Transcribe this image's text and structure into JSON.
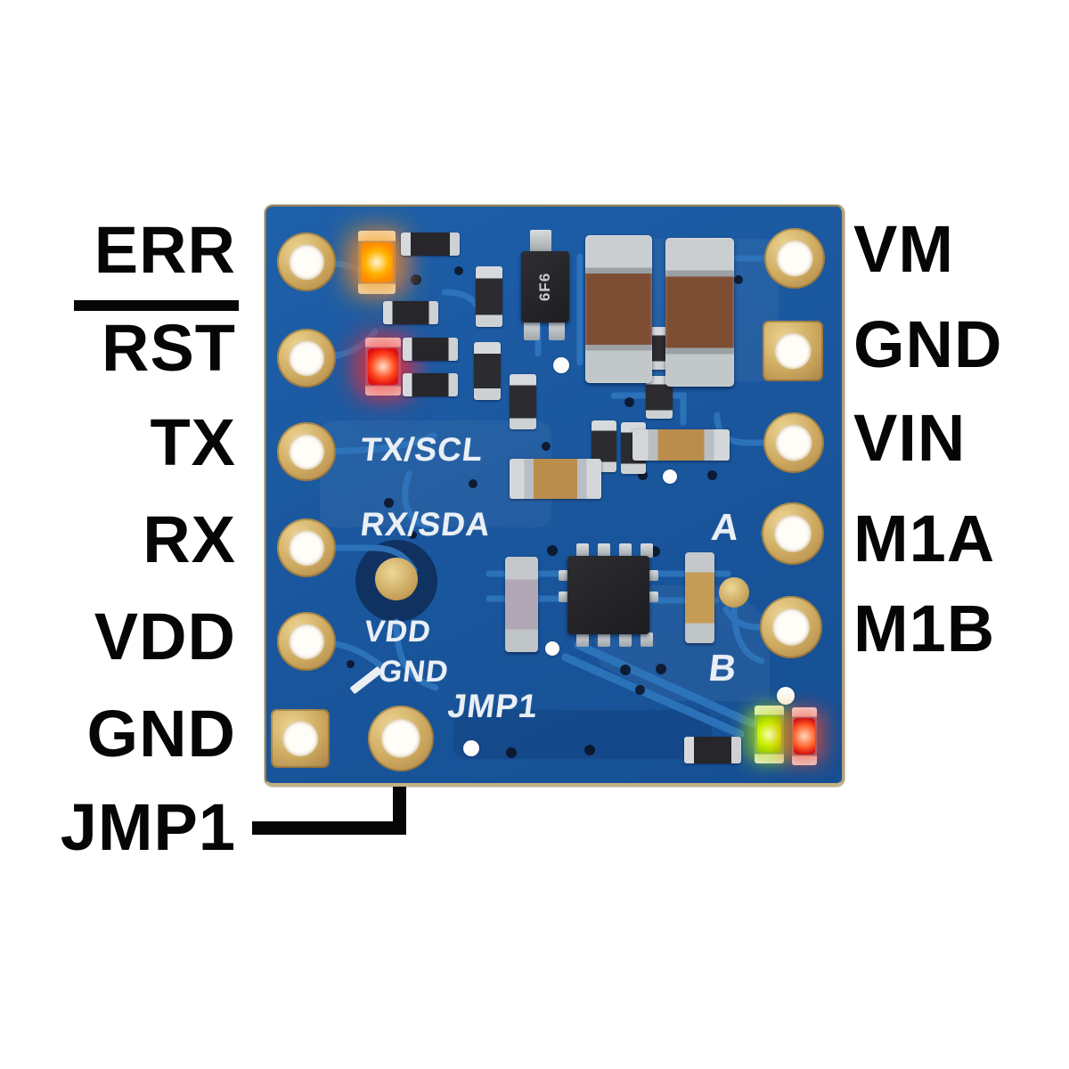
{
  "figure": {
    "kind": "pcb-pinout-photo",
    "description": "Blue motor driver carrier board with labeled through-hole pins"
  },
  "left_pins": [
    {
      "label": "ERR",
      "overline": false
    },
    {
      "label": "RST",
      "overline": true
    },
    {
      "label": "TX",
      "overline": false
    },
    {
      "label": "RX",
      "overline": false
    },
    {
      "label": "VDD",
      "overline": false
    },
    {
      "label": "GND",
      "overline": false
    },
    {
      "label": "JMP1",
      "overline": false
    }
  ],
  "right_pins": [
    {
      "label": "VM"
    },
    {
      "label": "GND"
    },
    {
      "label": "VIN"
    },
    {
      "label": "M1A"
    },
    {
      "label": "M1B"
    }
  ],
  "silkscreen": {
    "tx_scl": "TX/SCL",
    "rx_sda": "RX/SDA",
    "vdd": "VDD",
    "gnd": "GND",
    "jmp1": "JMP1",
    "channel_a": "A",
    "channel_b": "B"
  },
  "component_markings": {
    "sot23": "6F6"
  },
  "leds": [
    {
      "name": "status-led-amber",
      "state": "on",
      "hex": "#ffb300"
    },
    {
      "name": "status-led-red",
      "state": "on",
      "hex": "#ff3b1f"
    },
    {
      "name": "motor-led-green",
      "state": "on",
      "hex": "#cdf000"
    },
    {
      "name": "motor-led-red",
      "state": "on",
      "hex": "#ff5a26"
    }
  ],
  "colors": {
    "background": "#ffffff",
    "board_blue": "#1a579e",
    "trace_blue": "#2f76bd",
    "pad_gold": "#cda85e",
    "silkscreen_white": "#eaeff5",
    "label_black": "#060606"
  }
}
